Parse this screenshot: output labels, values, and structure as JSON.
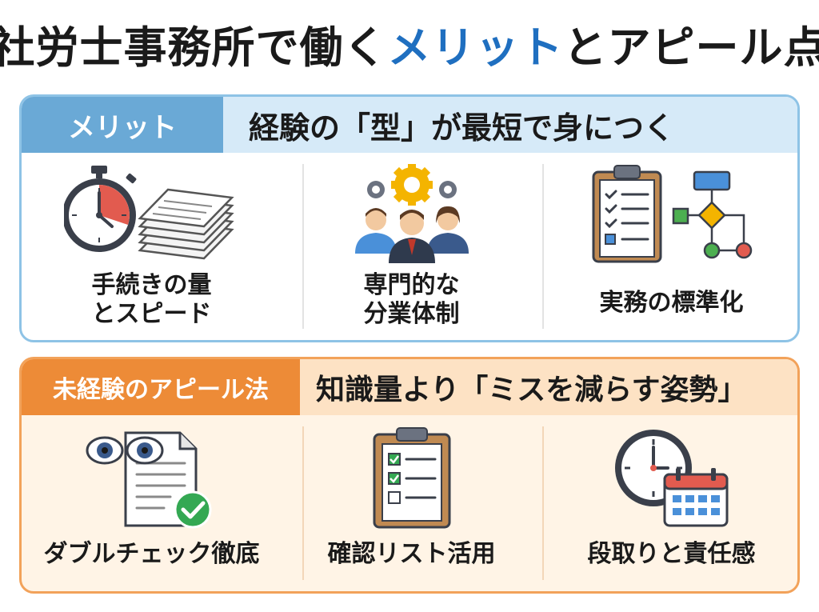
{
  "title": {
    "part1": "社労士事務所で働く",
    "highlight": "メリット",
    "part2": "とアピール点"
  },
  "merit": {
    "tag": "メリット",
    "headline": "経験の「型」が最短で身につく",
    "items": [
      {
        "line1": "手続きの量",
        "line2": "とスピード",
        "icon": "stopwatch-documents-icon"
      },
      {
        "line1": "専門的な",
        "line2": "分業体制",
        "icon": "team-gears-icon"
      },
      {
        "line1": "実務の標準化",
        "line2": "",
        "icon": "checklist-flowchart-icon"
      }
    ]
  },
  "appeal": {
    "tag": "未経験のアピール法",
    "headline": "知識量より「ミスを減らす姿勢」",
    "items": [
      {
        "label": "ダブルチェック徹底",
        "icon": "eyes-document-check-icon"
      },
      {
        "label": "確認リスト活用",
        "icon": "clipboard-checklist-icon"
      },
      {
        "label": "段取りと責任感",
        "icon": "clock-calendar-icon"
      }
    ]
  },
  "colors": {
    "title_highlight": "#1f6fc0",
    "merit_accent": "#6aa9d6",
    "appeal_accent": "#ed8b37"
  }
}
